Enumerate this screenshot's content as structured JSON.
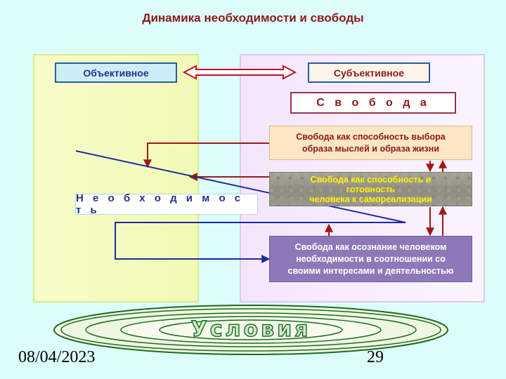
{
  "title": "Динамика необходимости и свободы",
  "boxes": {
    "objective": "Объективное",
    "subjective": "Субъективное",
    "freedom": "С в о б о д а",
    "freedom_choice_line1": "Свобода как способность выбора",
    "freedom_choice_line2": "образа мыслей и образа жизни",
    "freedom_ability_line1": "Свобода как способность и",
    "freedom_ability_line2": "готовность",
    "freedom_ability_line3": "человека к самореализации",
    "freedom_awareness_line1": "Свобода как осознание человеком",
    "freedom_awareness_line2": "необходимости в соотношении со",
    "freedom_awareness_line3": "своими интересами и деятельностью",
    "necessity": "Н е о б х о д и м о с т ь"
  },
  "emblem": {
    "text": "Условия"
  },
  "footer": {
    "date": "08/04/2023",
    "page": "29"
  },
  "colors": {
    "background": "#ddfcfc",
    "arrow_red": "#a01818",
    "line_blue": "#1c2aa0",
    "emblem_green": "#1e6b1e",
    "ability_text": "#fff200"
  }
}
